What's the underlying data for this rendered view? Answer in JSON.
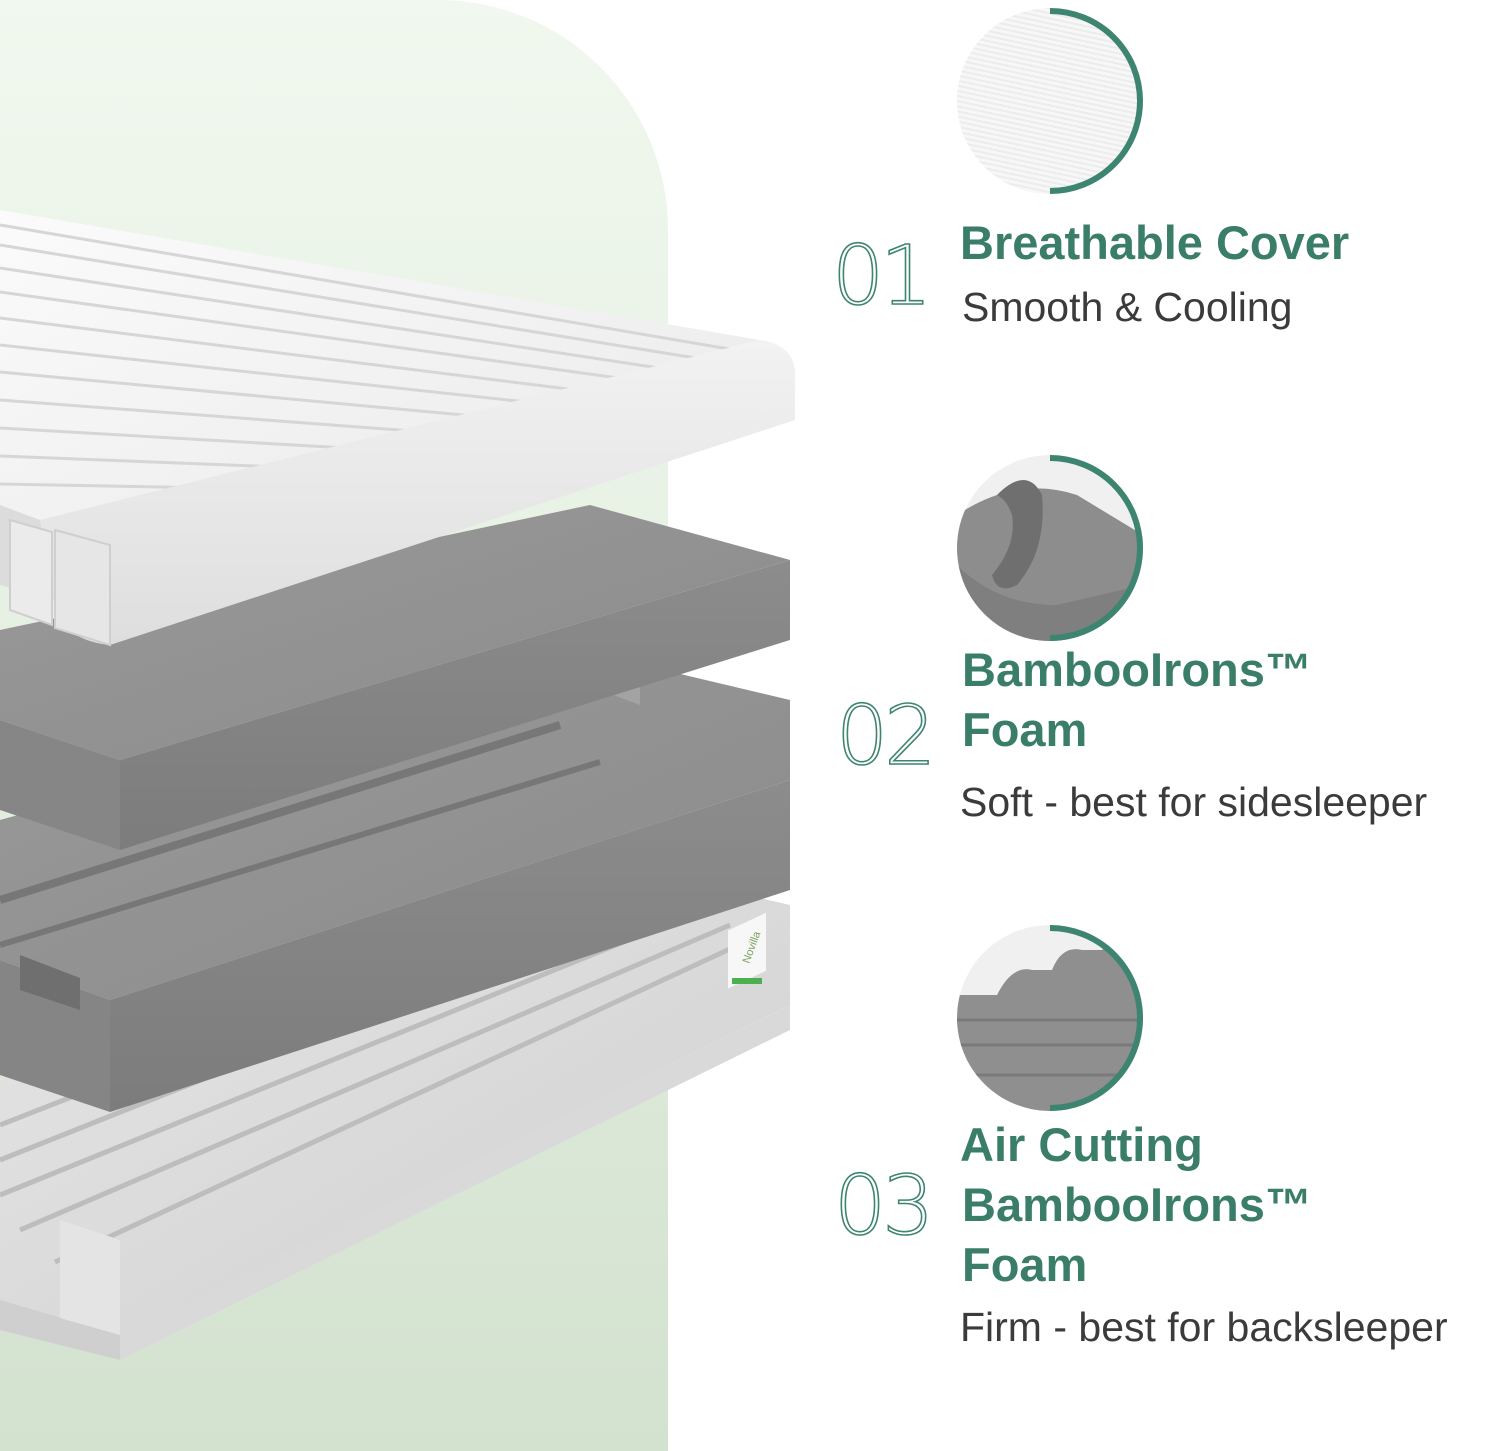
{
  "colors": {
    "accent": "#3e8571",
    "title": "#3a7d69",
    "text": "#3b3b3b",
    "panel": "#e5f0e2",
    "cover": "#f0f0f0",
    "foam": "#8e8e8e"
  },
  "mattress": {
    "brand_label": "Novilla"
  },
  "features": [
    {
      "number": "01",
      "title_lines": [
        "Breathable Cover"
      ],
      "subtitle": "Smooth & Cooling",
      "swatch": "cover-texture-icon"
    },
    {
      "number": "02",
      "title_lines": [
        "BambooIrons™",
        "Foam"
      ],
      "subtitle": "Soft - best for sidesleeper",
      "swatch": "soft-foam-icon"
    },
    {
      "number": "03",
      "title_lines": [
        "Air Cutting",
        "BambooIrons™",
        "Foam"
      ],
      "subtitle": "Firm - best for backsleeper",
      "swatch": "air-cut-foam-icon"
    }
  ]
}
